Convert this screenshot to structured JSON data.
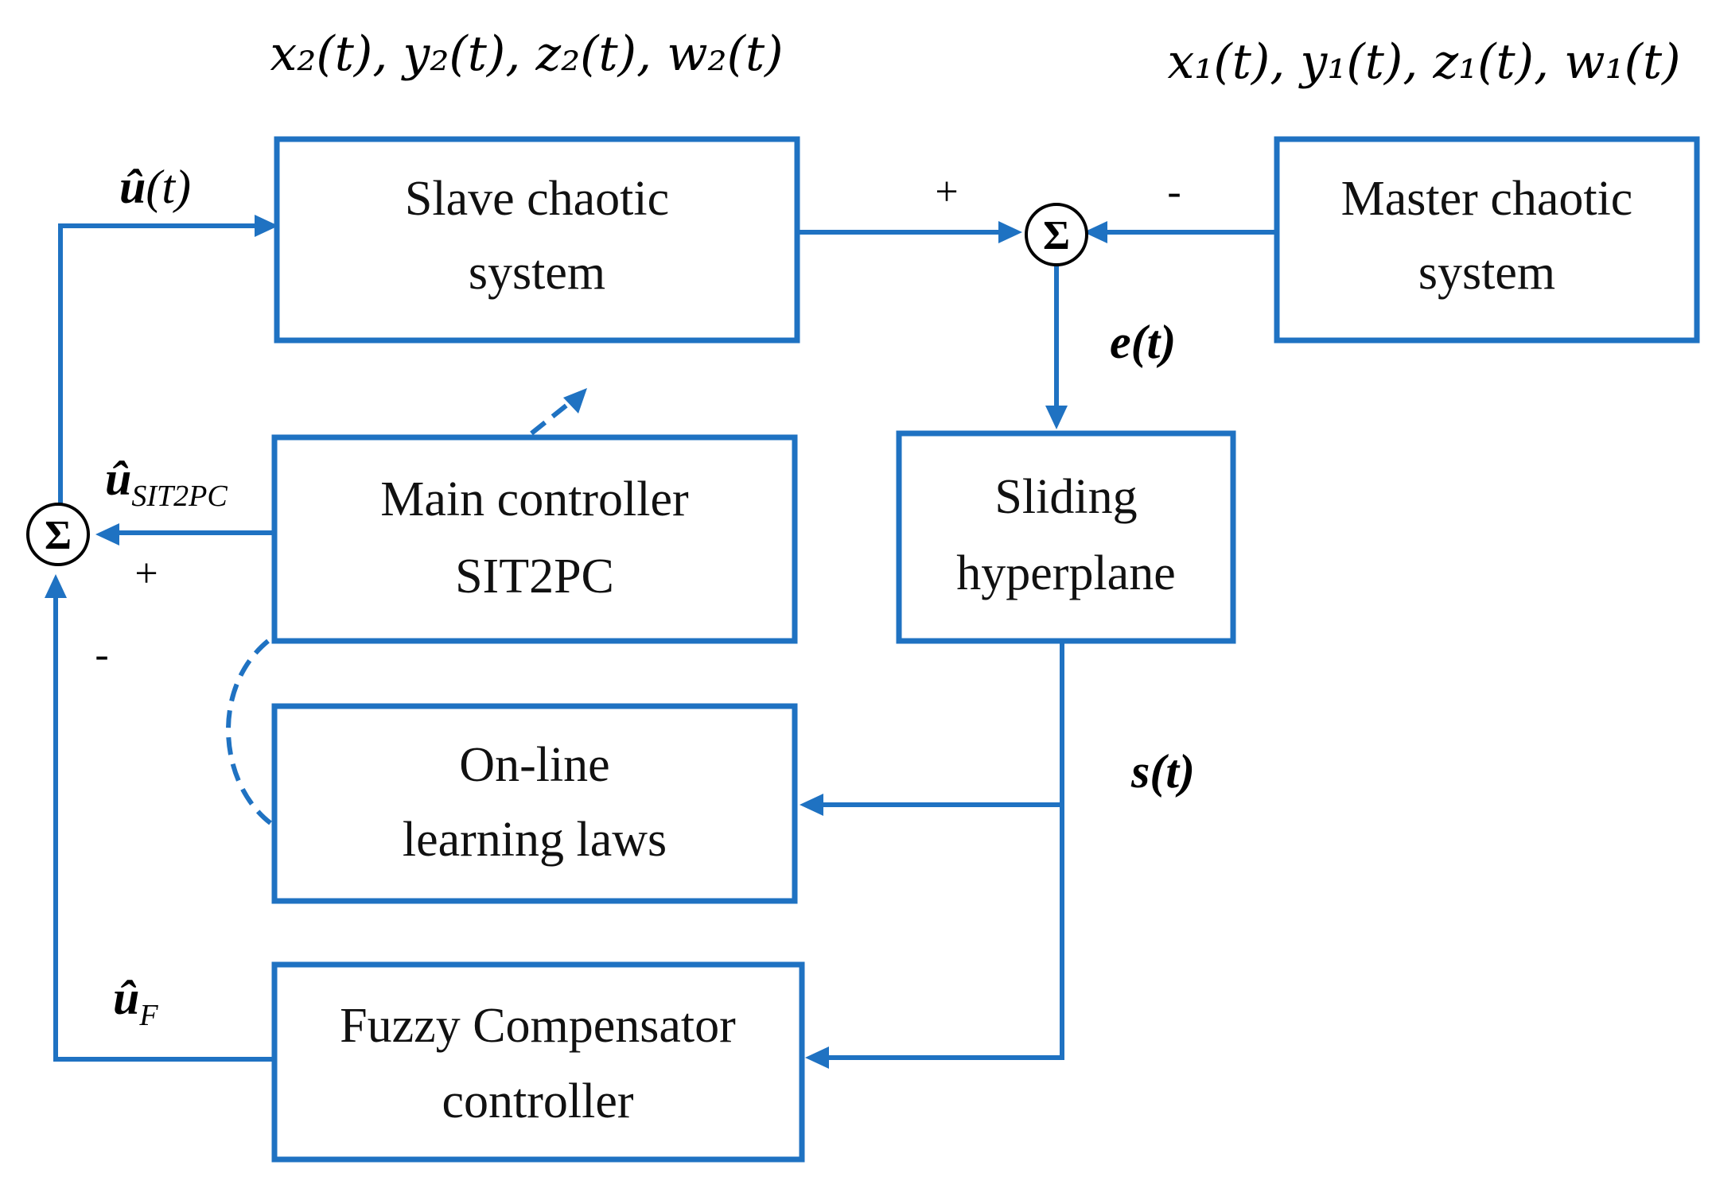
{
  "diagram": {
    "blocks": {
      "slave": {
        "line1": "Slave chaotic",
        "line2": "system"
      },
      "master": {
        "line1": "Master chaotic",
        "line2": "system"
      },
      "main_controller": {
        "line1": "Main controller",
        "line2": "SIT2PC"
      },
      "sliding": {
        "line1": "Sliding",
        "line2": "hyperplane"
      },
      "learning": {
        "line1": "On-line",
        "line2": "learning laws"
      },
      "compensator": {
        "line1": "Fuzzy Compensator",
        "line2": "controller"
      }
    },
    "sum_symbol": "Σ",
    "signs": {
      "error_sum_slave": "+",
      "error_sum_master": "-",
      "control_sum_main": "+",
      "control_sum_comp": "-"
    },
    "signals": {
      "slave_states": "x₂(t), y₂(t), z₂(t), w₂(t)",
      "master_states": "x₁(t), y₁(t), z₁(t), w₁(t)",
      "control_u": {
        "main": "û",
        "arg": "(t)"
      },
      "control_sit2pc": {
        "main": "û",
        "sub": "SIT2PC"
      },
      "control_f": {
        "main": "û",
        "sub": "F"
      },
      "error": "e(t)",
      "sliding": "s(t)"
    }
  }
}
